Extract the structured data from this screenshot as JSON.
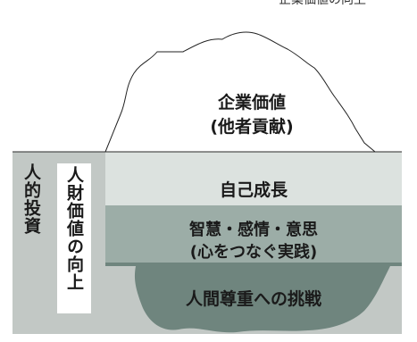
{
  "caption": "・企業価値の向上・",
  "iceberg": {
    "tip_label_line1": "企業価値",
    "tip_label_line2": "(他者貢献)"
  },
  "layers": [
    {
      "label": "自己成長"
    },
    {
      "label_line1": "智慧・感情・意思",
      "label_line2": "(心をつなぐ実践)"
    },
    {
      "label": "人間尊重への挑戦"
    }
  ],
  "side": {
    "outer_label": "人的投資",
    "inner_label": "人財価値の向上"
  },
  "colors": {
    "water": "#c2c8c5",
    "layer_top": "#dce2df",
    "layer_mid": "#9cada7",
    "layer_bottom": "#6f857e",
    "tip_fill": "#ffffff",
    "tip_stroke": "#222222"
  }
}
